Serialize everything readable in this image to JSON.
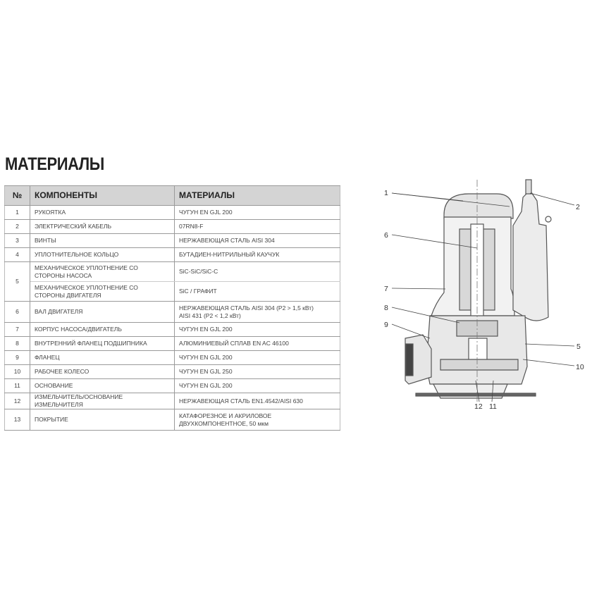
{
  "title": "МАТЕРИАЛЫ",
  "table": {
    "headers": {
      "num": "№",
      "component": "КОМПОНЕНТЫ",
      "material": "МАТЕРИАЛЫ"
    },
    "rows": [
      {
        "num": "1",
        "component": "РУКОЯТКА",
        "material": "ЧУГУН EN GJL 200"
      },
      {
        "num": "2",
        "component": "ЭЛЕКТРИЧЕСКИЙ КАБЕЛЬ",
        "material": "07RN8-F"
      },
      {
        "num": "3",
        "component": "ВИНТЫ",
        "material": "НЕРЖАВЕЮЩАЯ СТАЛЬ AISI 304"
      },
      {
        "num": "4",
        "component": "УПЛОТНИТЕЛЬНОЕ КОЛЬЦО",
        "material": "БУТАДИЕН-НИТРИЛЬНЫЙ КАУЧУК"
      },
      {
        "num": "5",
        "component": "МЕХАНИЧЕСКОЕ УПЛОТНЕНИЕ СО СТОРОНЫ НАСОСА",
        "material": "SiC-SiC/SiC-C",
        "component2": "МЕХАНИЧЕСКОЕ УПЛОТНЕНИЕ СО СТОРОНЫ ДВИГАТЕЛЯ",
        "material2": "SiC / ГРАФИТ"
      },
      {
        "num": "6",
        "component": "ВАЛ ДВИГАТЕЛЯ",
        "material": "НЕРЖАВЕЮЩАЯ СТАЛЬ AISI 304 (P2 > 1,5 кВт)",
        "material_line2": "AISI 431 (P2 < 1,2 кВт)"
      },
      {
        "num": "7",
        "component": "КОРПУС НАСОСА/ДВИГАТЕЛЬ",
        "material": "ЧУГУН EN GJL 200"
      },
      {
        "num": "8",
        "component": "ВНУТРЕННИЙ ФЛАНЕЦ ПОДШИПНИКА",
        "material": "АЛЮМИНИЕВЫЙ СПЛАВ EN AC 46100"
      },
      {
        "num": "9",
        "component": "ФЛАНЕЦ",
        "material": "ЧУГУН EN GJL 200"
      },
      {
        "num": "10",
        "component": "РАБОЧЕЕ КОЛЕСО",
        "material": "ЧУГУН EN GJL 250"
      },
      {
        "num": "11",
        "component": "ОСНОВАНИЕ",
        "material": "ЧУГУН EN GJL 200"
      },
      {
        "num": "12",
        "component": "ИЗМЕЛЬЧИТЕЛЬ/ОСНОВАНИЕ ИЗМЕЛЬЧИТЕЛЯ",
        "material": "НЕРЖАВЕЮЩАЯ СТАЛЬ EN1.4542/AISI 630"
      },
      {
        "num": "13",
        "component": "ПОКРЫТИЕ",
        "material": "КАТАФОРЕЗНОЕ И АКРИЛОВОЕ ДВУХКОМПОНЕНТНОЕ, 50 мкм"
      }
    ]
  },
  "diagram": {
    "labels": [
      "1",
      "2",
      "5",
      "6",
      "7",
      "8",
      "9",
      "10",
      "11",
      "12"
    ]
  }
}
